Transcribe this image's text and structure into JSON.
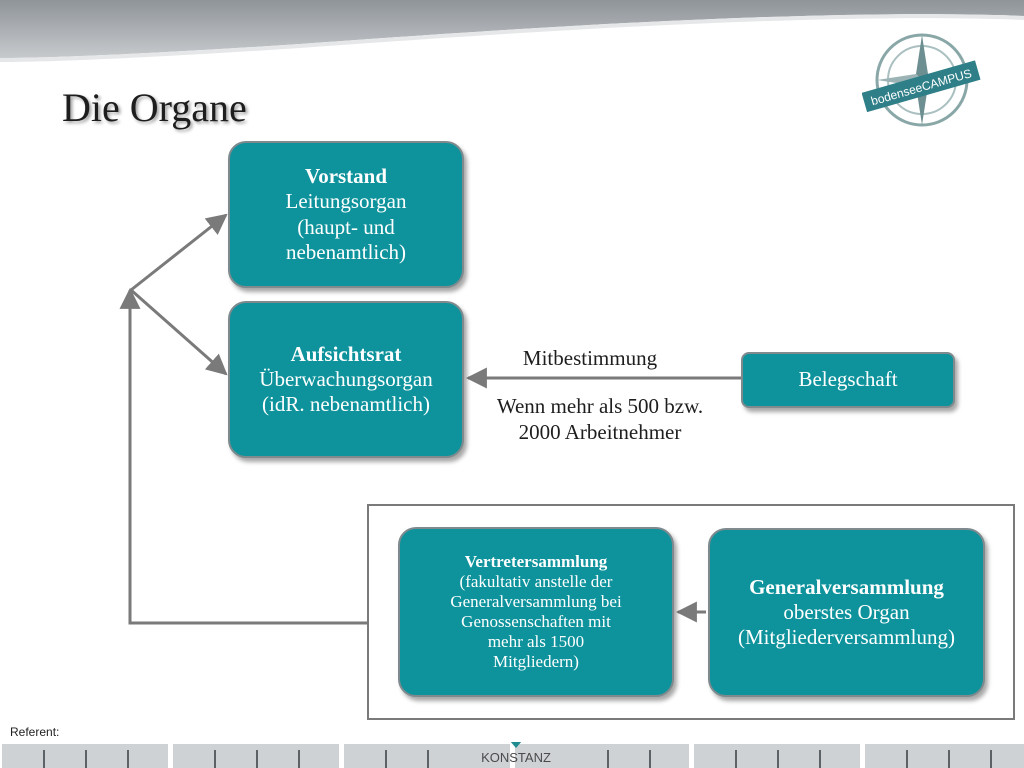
{
  "slide": {
    "title": "Die Organe",
    "referent_label": "Referent:",
    "footer_label": "KONSTANZ"
  },
  "logo": {
    "text": "bodenseeCAMPUS"
  },
  "nodes": {
    "vorstand": {
      "head": "Vorstand",
      "lines": [
        "Leitungsorgan",
        "(haupt- und",
        "nebenamtlich)"
      ]
    },
    "aufsichtsrat": {
      "head": "Aufsichtsrat",
      "lines": [
        "Überwachungsorgan",
        "(idR. nebenamtlich)"
      ]
    },
    "belegschaft": {
      "head": "Belegschaft"
    },
    "vertreterversammlung": {
      "head": "Vertretersammlung",
      "lines": [
        "(fakultativ anstelle der",
        "Generalversammlung bei",
        "Genossenschaften mit",
        "mehr als 1500",
        "Mitgliedern)"
      ]
    },
    "generalversammlung": {
      "head": "Generalversammlung",
      "lines": [
        "oberstes Organ",
        "(Mitgliederversammlung)"
      ]
    }
  },
  "edge_labels": {
    "mitbestimmung": "Mitbestimmung",
    "condition_line1": "Wenn mehr als 500 bzw.",
    "condition_line2": "2000 Arbeitnehmer"
  },
  "colors": {
    "node_fill": "#0e939c",
    "node_border": "#7e8a8e",
    "connector": "#7a7a7a",
    "accent_marker": "#2aa7a0"
  }
}
